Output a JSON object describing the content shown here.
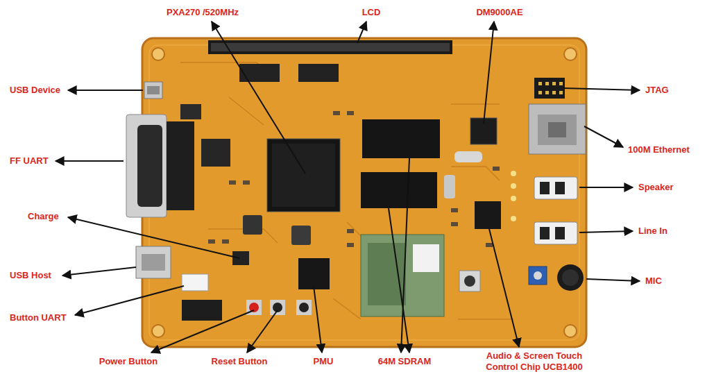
{
  "diagram": {
    "labels": [
      "PXA270 /520MHz",
      "LCD",
      "DM9000AE",
      "USB Device",
      "JTAG",
      "FF UART",
      "100M Ethernet",
      "Speaker",
      "Charge",
      "Line In",
      "USB Host",
      "MIC",
      "Button UART",
      "Power Button",
      "Reset Button",
      "PMU",
      "64M SDRAM",
      "Audio & Screen Touch Control Chip UCB1400"
    ]
  }
}
